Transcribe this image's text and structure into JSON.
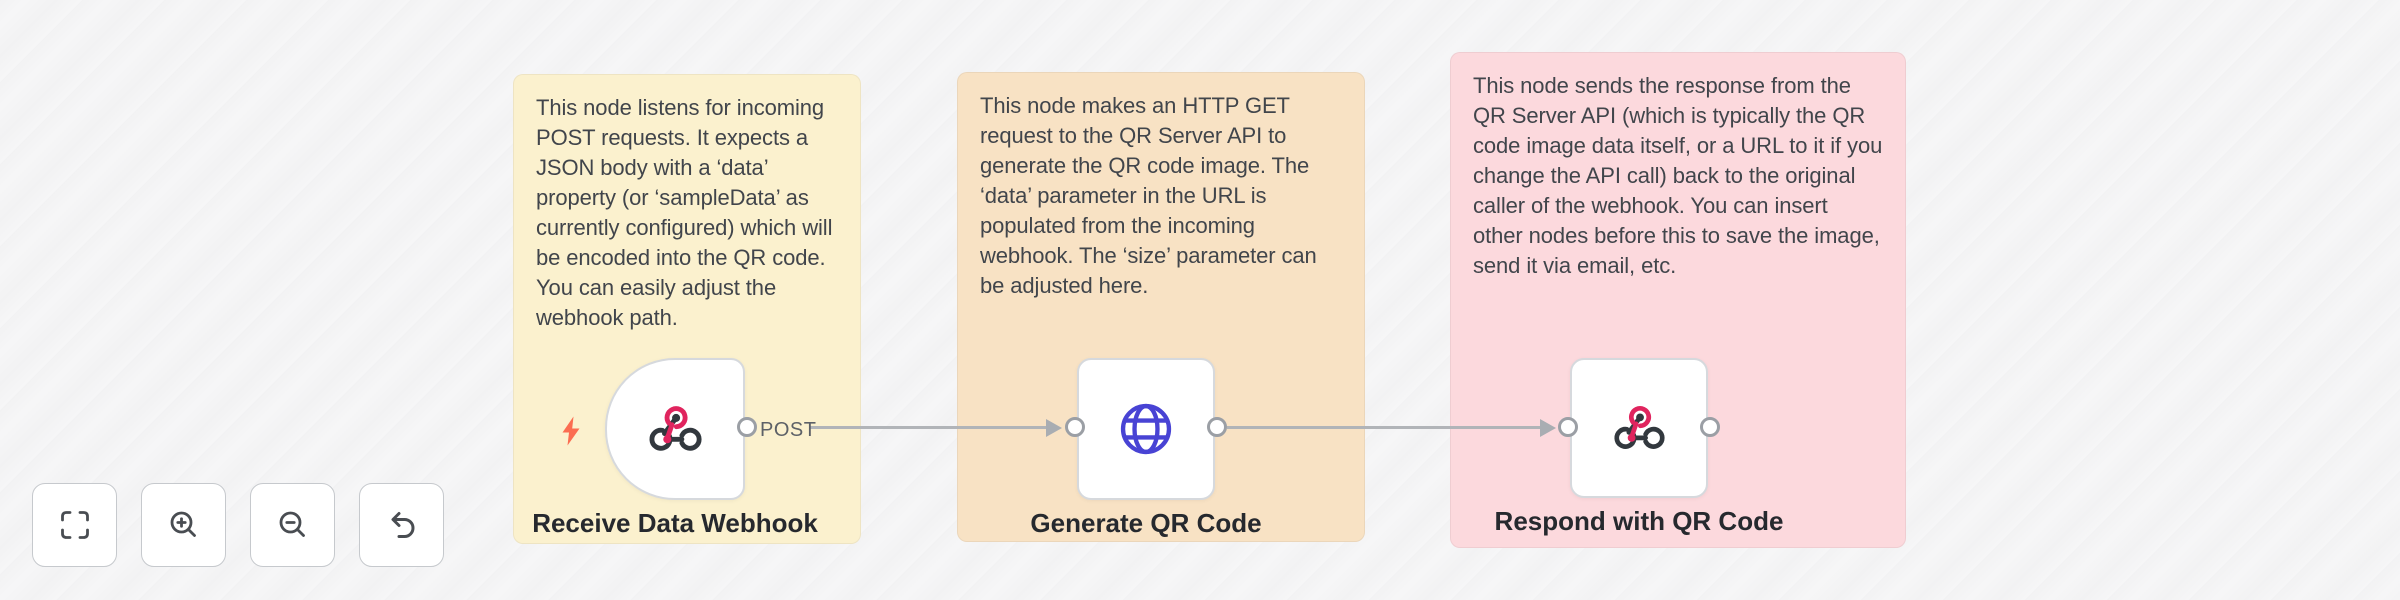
{
  "app": "workflow-editor-canvas",
  "canvas": {
    "sticky_notes": [
      {
        "id": "note-webhook",
        "text": "This node listens for incoming POST requests. It expects a JSON body with a ‘data’ property (or ‘sampleData’ as currently configured) which will be encoded into the QR code. You can easily adjust the webhook path.",
        "color": "#fbf1ce"
      },
      {
        "id": "note-http",
        "text": "This node makes an HTTP GET request to the QR Server API to generate the QR code image. The ‘data’ parameter in the URL is populated from the incoming webhook. The ‘size’ parameter can be adjusted here.",
        "color": "#f8e2c4"
      },
      {
        "id": "note-respond",
        "text": "This node sends the response from the QR Server API (which is typically the QR code image data itself, or a URL to it if you change the API call) back to the original caller of the webhook. You can insert other nodes before this to save the image, send it via email, etc.",
        "color": "#fcd9dd"
      }
    ],
    "nodes": [
      {
        "label": "Receive Data Webhook",
        "type": "webhook-trigger",
        "output_label": "POST",
        "icon": "webhook-icon",
        "trigger": true
      },
      {
        "label": "Generate QR Code",
        "type": "http-request",
        "icon": "globe-icon",
        "trigger": false
      },
      {
        "label": "Respond with QR Code",
        "type": "respond-to-webhook",
        "icon": "webhook-icon",
        "trigger": false
      }
    ],
    "connections": [
      {
        "from": "Receive Data Webhook",
        "to": "Generate QR Code"
      },
      {
        "from": "Generate QR Code",
        "to": "Respond with QR Code"
      }
    ],
    "controls": [
      {
        "name": "fit-view",
        "icon": "fit-view-icon"
      },
      {
        "name": "zoom-in",
        "icon": "zoom-in-icon"
      },
      {
        "name": "zoom-out",
        "icon": "zoom-out-icon"
      },
      {
        "name": "undo",
        "icon": "undo-icon"
      }
    ]
  },
  "colors": {
    "canvas_bg": "#f6f6f7",
    "note_yellow": "#fbf1ce",
    "note_orange": "#f8e2c4",
    "note_pink": "#fcd9dd",
    "node_bg": "#ffffff",
    "connector_gray": "#b1b4b8",
    "webhook_pink": "#e0245e",
    "icon_dark": "#32383e",
    "http_blue": "#4843d4",
    "trigger_bolt": "#fb6d51",
    "label_color": "#26292e"
  }
}
